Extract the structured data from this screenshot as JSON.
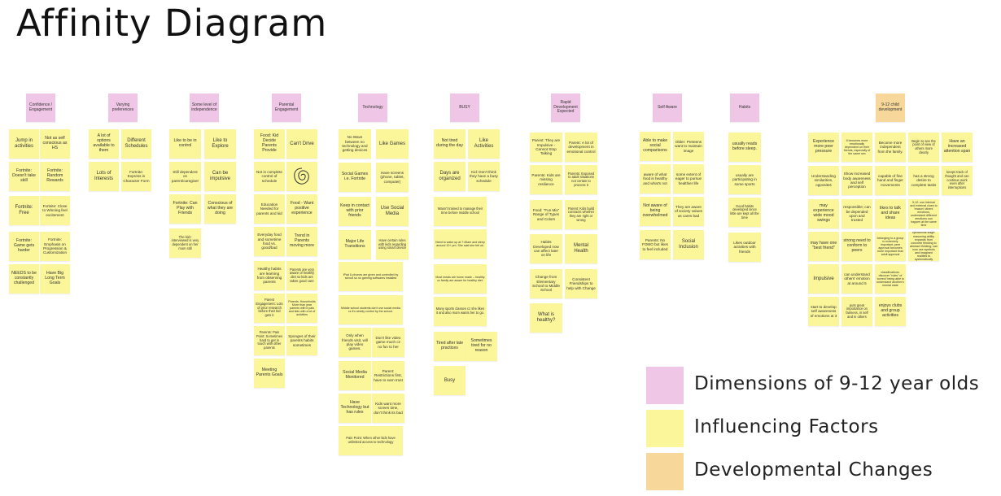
{
  "title": "Affinity Diagram",
  "colors": {
    "dimension": "#f0c6e6",
    "factor": "#fbf69a",
    "change": "#f7d89a"
  },
  "legend": [
    {
      "label": "Dimensions of 9-12 year olds",
      "color": "#f0c6e6"
    },
    {
      "label": "Influencing Factors",
      "color": "#fbf69a"
    },
    {
      "label": "Developmental Changes",
      "color": "#f7d89a"
    }
  ],
  "clusters": [
    {
      "header": "Confidence / Engagement",
      "notes": [
        "Jump in activities",
        "Not as self conscious as HS",
        "Fortnite: Doesn't take skill",
        "Fortnite: Random Rewards",
        "Fortnite: Free",
        "Fortnite: Close to Winning feel excitement",
        "Fortnite: Game gets harder",
        "Fortnite: Emphasis on Progression & Customization",
        "NEEDS to be constantly challenged",
        "Have Big Long Term Goals"
      ]
    },
    {
      "header": "Varying preferences",
      "notes": [
        "A lot of options available to them",
        "Different Schedules",
        "Lots of Interests",
        "Fortnite: Express in Character Form"
      ]
    },
    {
      "header": "Some level of independence",
      "notes": [
        "Like to be in control",
        "Like to Explore",
        "Still dependent on parent/caregiver",
        "Can be impulsive",
        "Fortnite: Can Play with Friends",
        "Conscious of what they are doing",
        "The kid I interviewed is very dependent on her mom still"
      ]
    },
    {
      "header": "Parental Engagement",
      "notes": [
        "Food: Kid Decide Parents Provide",
        "Can't Drive",
        "Not in complete control of schedule",
        "",
        "Education Needed for parents and kid",
        "Food - Want positive experience",
        "Everyday food and sometime food vs. good/bad",
        "Trend in Parents moving more",
        "Healthy habits are learning from observing parents",
        "Parents are very aware of healthy diet so kids are taken good care",
        "Parent Engagement: Lots of prior research before their kid gets it",
        "Parents: Households More than year parents with it pals and kids with a lot of activities",
        "Parents: Pain Point: Sometimes hard to get in touch with other parents",
        "Sponges of their parents habits sometimes",
        "Meeting Parents Goals"
      ]
    },
    {
      "header": "Technology",
      "notes": [
        "No Wave between no technology and getting devices",
        "Like Games",
        "Social Games i.e. Fortnite",
        "Have screens (phone, tablet, computer)",
        "Keep in contact with prior friends",
        "Use Social Media",
        "Major Life Transitions",
        "Have certain rules with kids regarding using smart device",
        "iPad & phones are given and controlled by school so no gaming softwares installed",
        "Middle school students don't use social media cz it's strictly control by the school.",
        "Only when friends visit, will play video games.",
        "Don't like video game much cz no fun to her",
        "Social Media Monitored",
        "Parent: Restrictions first, have to earn trust",
        "Have Technology but has rules",
        "Kids want more screen time, don't think its bad",
        "Pain Point: When other kids have unlimited access to technology"
      ]
    },
    {
      "header": "BUSY",
      "notes": [
        "Not tired during the day",
        "Like Activities",
        "Days are organized",
        "Kid: Don't think they have a busy schedule",
        "Wasn't trained to manage their time before middle school",
        "Need to wake up at 7:45am and sleep around 10+ pm. She said she felt ok.",
        "Most meals are home made – healthy cz family are aware for healthy diet.",
        "Many sports classes cz she likes it and also mom wants her to go.",
        "Tired after late practices",
        "Sometimes tired for no reason",
        "Busy"
      ]
    },
    {
      "header": "Rapid Development Expected",
      "notes": [
        "Parent: They are Impulsive - Cannot Stop Talking",
        "Parent: A lot of development in emotional control",
        "Parents: Kids are missing resilience",
        "Parents: Exposed to adult situations not certain to process it",
        "Food: \"Fun Mix\" Range of Types and Colors",
        "Parent: Kids build contracts whether they are right or wrong",
        "Habits Developed now can affect later on life",
        "Mental Health",
        "Change from Elementary School to Middle School",
        "Consistent Friendships to help with Change",
        "What is healthy?"
      ]
    },
    {
      "header": "Self Aware",
      "notes": [
        "Able to make social comparisons",
        "Older: Preteens want to maintain image",
        "aware of what food is healthy and what's not",
        "some extent of eager to pursue healthier life",
        "Not aware of being overwhelmed",
        "They are aware of society values as cares bad",
        "Parents: No FOMO but likes to feel included",
        "Social Inclusion"
      ]
    },
    {
      "header": "Habits",
      "notes": [
        "usually reads before sleep.",
        "usually are participating in some sports",
        "Good habits developed since little are kept all the time",
        "Likes outdoor activities with friends"
      ]
    },
    {
      "header": "9-12 child development",
      "notes": [
        "Experience more peer pressure",
        "It becomes more emotionally dependent on their friends, especially of the same sex",
        "Become more independent from the family.",
        "Begin to see the point of view of others more clearly",
        "Have an increased attention span",
        "Understanding similarities, opposites",
        "Show increased body awareness and self perception",
        "capable of fine hand and finger movements",
        "has a strong desire to complete tasks",
        "keeps track of thought and can continue work even after interruptions",
        "may experience wide mood swings",
        "responsible; can be depended upon and trusted",
        "likes to talk and share ideas",
        "9-12: use internal and external clues to 'reason' others' emotions, understand different emotions can happen at the same time",
        "may have one \"best friend\"",
        "strong need to conform to peers",
        "belonging to a group is extremely important; peer approval becomes more important than adult approval",
        "Piaget's formal operational stage: reasoning ability expands from concrete thinking to abstract thinking; can now use symbols and imagined realities to systematically reason",
        "Impulsive",
        "can understand others' emotion at around 5",
        "classifications: discover \"rules\" of 'correct' being able to understand another's mental state",
        "start to develop self awareness of emotions at 3",
        "puts great importance on fairness, in self and in others",
        "enjoys clubs and group activities"
      ]
    }
  ]
}
